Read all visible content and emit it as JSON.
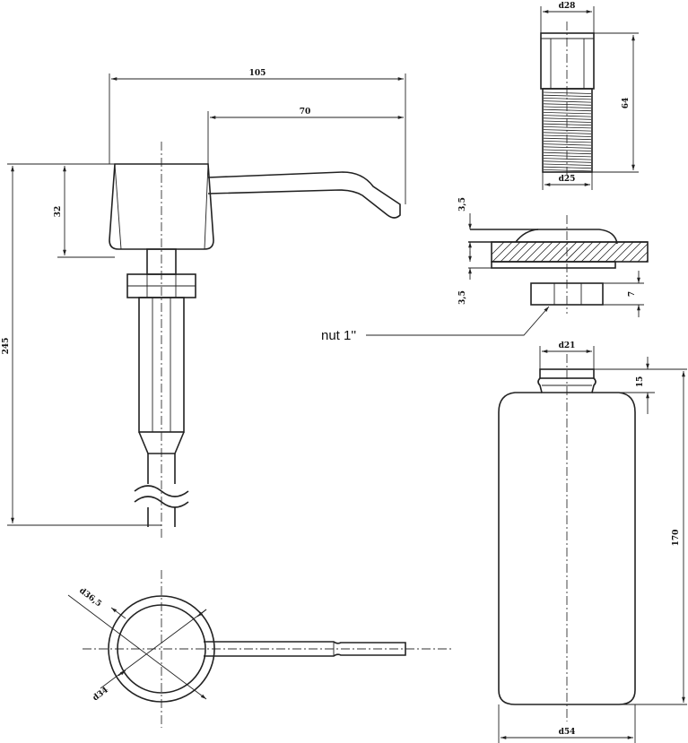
{
  "dimensions": {
    "spout_reach": "105",
    "spout_length": "70",
    "head_height": "32",
    "total_length": "245",
    "tube_top_diameter": "d28",
    "tube_height": "64",
    "tube_thread_diameter": "d25",
    "washer_top": "3,5",
    "washer_bottom": "3,5",
    "nut_height": "7",
    "neck_diameter": "d21",
    "neck_height": "15",
    "bottle_height": "170",
    "bottle_diameter": "d54",
    "outer_diameter": "d36,5",
    "inner_diameter": "d34"
  },
  "labels": {
    "nut": "nut 1''"
  }
}
